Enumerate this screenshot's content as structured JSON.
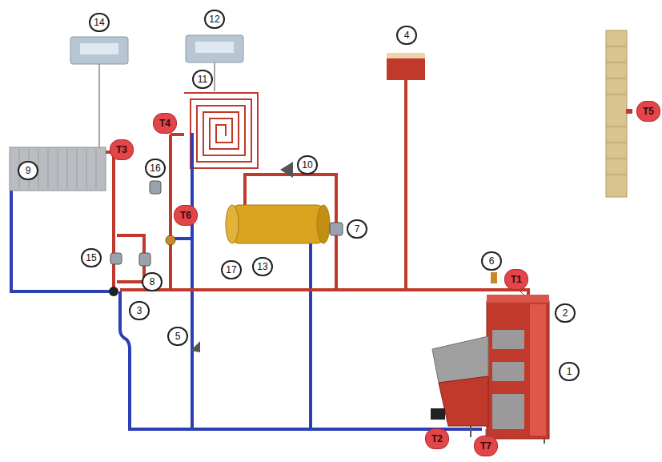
{
  "diagram": {
    "labels": [
      "14",
      "12",
      "4",
      "11",
      "T4",
      "9",
      "T3",
      "T5",
      "10",
      "16",
      "T6",
      "7",
      "15",
      "8",
      "17",
      "13",
      "6",
      "T1",
      "3",
      "2",
      "5",
      "1",
      "T2",
      "T7"
    ]
  }
}
